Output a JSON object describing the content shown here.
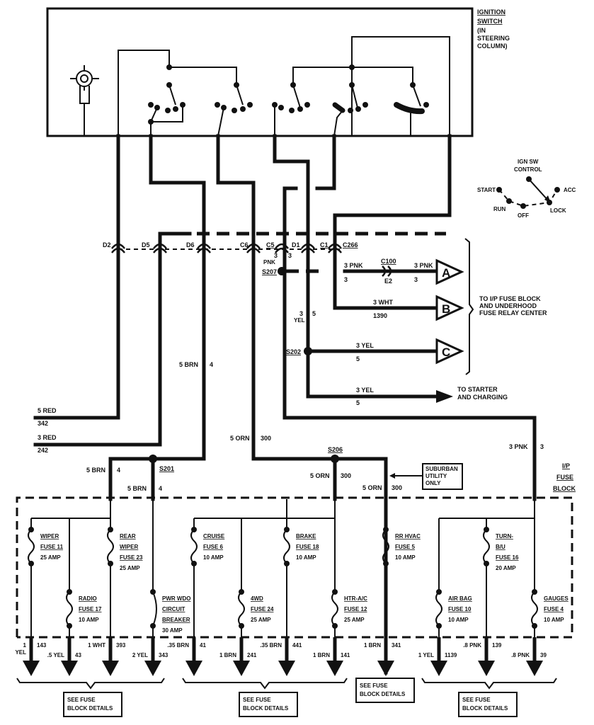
{
  "diagram": {
    "colors": {
      "ink": "#111111",
      "paper": "#ffffff"
    },
    "ignition_switch": {
      "title_line1": "IGNITION",
      "title_line2": "SWITCH",
      "note_line1": "(IN",
      "note_line2": "STEERING",
      "note_line3": "COLUMN)",
      "key_icon": "ignition-key-icon"
    },
    "ign_sw_control": {
      "title_line1": "IGN SW",
      "title_line2": "CONTROL",
      "positions": [
        "START",
        "RUN",
        "OFF",
        "LOCK",
        "ACC"
      ]
    },
    "connector_c266": {
      "name": "C266",
      "pins": [
        "D2",
        "D5",
        "D6",
        "C6",
        "C5",
        "D1",
        "C1"
      ]
    },
    "splices": {
      "s207": "S207",
      "s202": "S202",
      "s201": "S201",
      "s206": "S206"
    },
    "wires": {
      "c5_left": "3",
      "c5_right": "3",
      "c5_color": "PNK",
      "d1_gauge": "3",
      "d1_color": "YEL",
      "d1_circuit": "5",
      "a_in_label": "3 PNK",
      "a_in_circuit": "3",
      "c100_name": "C100",
      "c100_pin": "E2",
      "a_out_label": "3 PNK",
      "a_out_circuit": "3",
      "b_label": "3 WHT",
      "b_circuit": "1390",
      "c_label": "3 YEL",
      "c_circuit": "5",
      "starter_label": "3 YEL",
      "starter_circuit": "5",
      "red5_label": "5 RED",
      "red5_circuit": "342",
      "red3_label": "3 RED",
      "red3_circuit": "242",
      "brn_d6_label": "5 BRN",
      "brn_d6_circuit": "4",
      "brn_left_label": "5 BRN",
      "brn_left_circuit": "4",
      "brn_s201_label": "5 BRN",
      "brn_s201_circuit": "4",
      "orn_c6_label": "5 ORN",
      "orn_c6_circuit": "300",
      "orn_s206_label": "5 ORN",
      "orn_s206_circuit": "300",
      "orn_right_label": "5 ORN",
      "orn_right_circuit": "300",
      "pnk_right_label": "3 PNK",
      "pnk_right_circuit": "3"
    },
    "flags": {
      "a": "A",
      "b": "B",
      "c": "C"
    },
    "notes": {
      "to_ip_line1": "TO I/P FUSE BLOCK",
      "to_ip_line2": "AND UNDERHOOD",
      "to_ip_line3": "FUSE RELAY CENTER",
      "to_starter_line1": "TO STARTER",
      "to_starter_line2": "AND CHARGING",
      "suburban_line1": "SUBURBAN",
      "suburban_line2": "UTILITY",
      "suburban_line3": "ONLY"
    },
    "fuse_block": {
      "title_line1": "I/P",
      "title_line2": "FUSE",
      "title_line3": "BLOCK",
      "fuses": [
        {
          "name": "WIPER",
          "name2": "",
          "fuse": "FUSE 11",
          "rating": "25 AMP"
        },
        {
          "name": "RADIO",
          "name2": "",
          "fuse": "FUSE 17",
          "rating": "10 AMP"
        },
        {
          "name": "REAR",
          "name2": "WIPER",
          "fuse": "FUSE 23",
          "rating": "25 AMP"
        },
        {
          "name": "PWR WDO",
          "name2": "CIRCUIT",
          "fuse": "BREAKER",
          "rating": "30 AMP"
        },
        {
          "name": "CRUISE",
          "name2": "",
          "fuse": "FUSE 6",
          "rating": "10 AMP"
        },
        {
          "name": "4WD",
          "name2": "",
          "fuse": "FUSE 24",
          "rating": "25 AMP"
        },
        {
          "name": "BRAKE",
          "name2": "",
          "fuse": "FUSE 18",
          "rating": "10 AMP"
        },
        {
          "name": "HTR-A/C",
          "name2": "",
          "fuse": "FUSE 12",
          "rating": "25 AMP"
        },
        {
          "name": "RR HVAC",
          "name2": "",
          "fuse": "FUSE 5",
          "rating": "10 AMP"
        },
        {
          "name": "AIR BAG",
          "name2": "",
          "fuse": "FUSE 10",
          "rating": "10 AMP"
        },
        {
          "name": "TURN-",
          "name2": "B/U",
          "fuse": "FUSE 16",
          "rating": "20 AMP"
        },
        {
          "name": "GAUGES",
          "name2": "",
          "fuse": "FUSE 4",
          "rating": "10 AMP"
        }
      ],
      "outputs": [
        {
          "wire": "1",
          "wire2": "YEL",
          "circuit": "143"
        },
        {
          "wire": ".5 YEL",
          "wire2": "",
          "circuit": "43"
        },
        {
          "wire": "1 WHT",
          "wire2": "",
          "circuit": "393"
        },
        {
          "wire": "2 YEL",
          "wire2": "",
          "circuit": "343"
        },
        {
          "wire": ".35 BRN",
          "wire2": "",
          "circuit": "41"
        },
        {
          "wire": "1 BRN",
          "wire2": "",
          "circuit": "241"
        },
        {
          "wire": ".35 BRN",
          "wire2": "",
          "circuit": "441"
        },
        {
          "wire": "1 BRN",
          "wire2": "",
          "circuit": "141"
        },
        {
          "wire": "1 BRN",
          "wire2": "",
          "circuit": "341"
        },
        {
          "wire": "1 YEL",
          "wire2": "",
          "circuit": "1139"
        },
        {
          "wire": ".8 PNK",
          "wire2": "",
          "circuit": "139"
        },
        {
          "wire": ".8 PNK",
          "wire2": "",
          "circuit": "39"
        }
      ],
      "see_details": [
        {
          "line1": "SEE FUSE",
          "line2": "BLOCK DETAILS"
        },
        {
          "line1": "SEE FUSE",
          "line2": "BLOCK DETAILS"
        },
        {
          "line1": "SEE FUSE",
          "line2": "BLOCK DETAILS"
        },
        {
          "line1": "SEE FUSE",
          "line2": "BLOCK DETAILS"
        }
      ]
    }
  }
}
